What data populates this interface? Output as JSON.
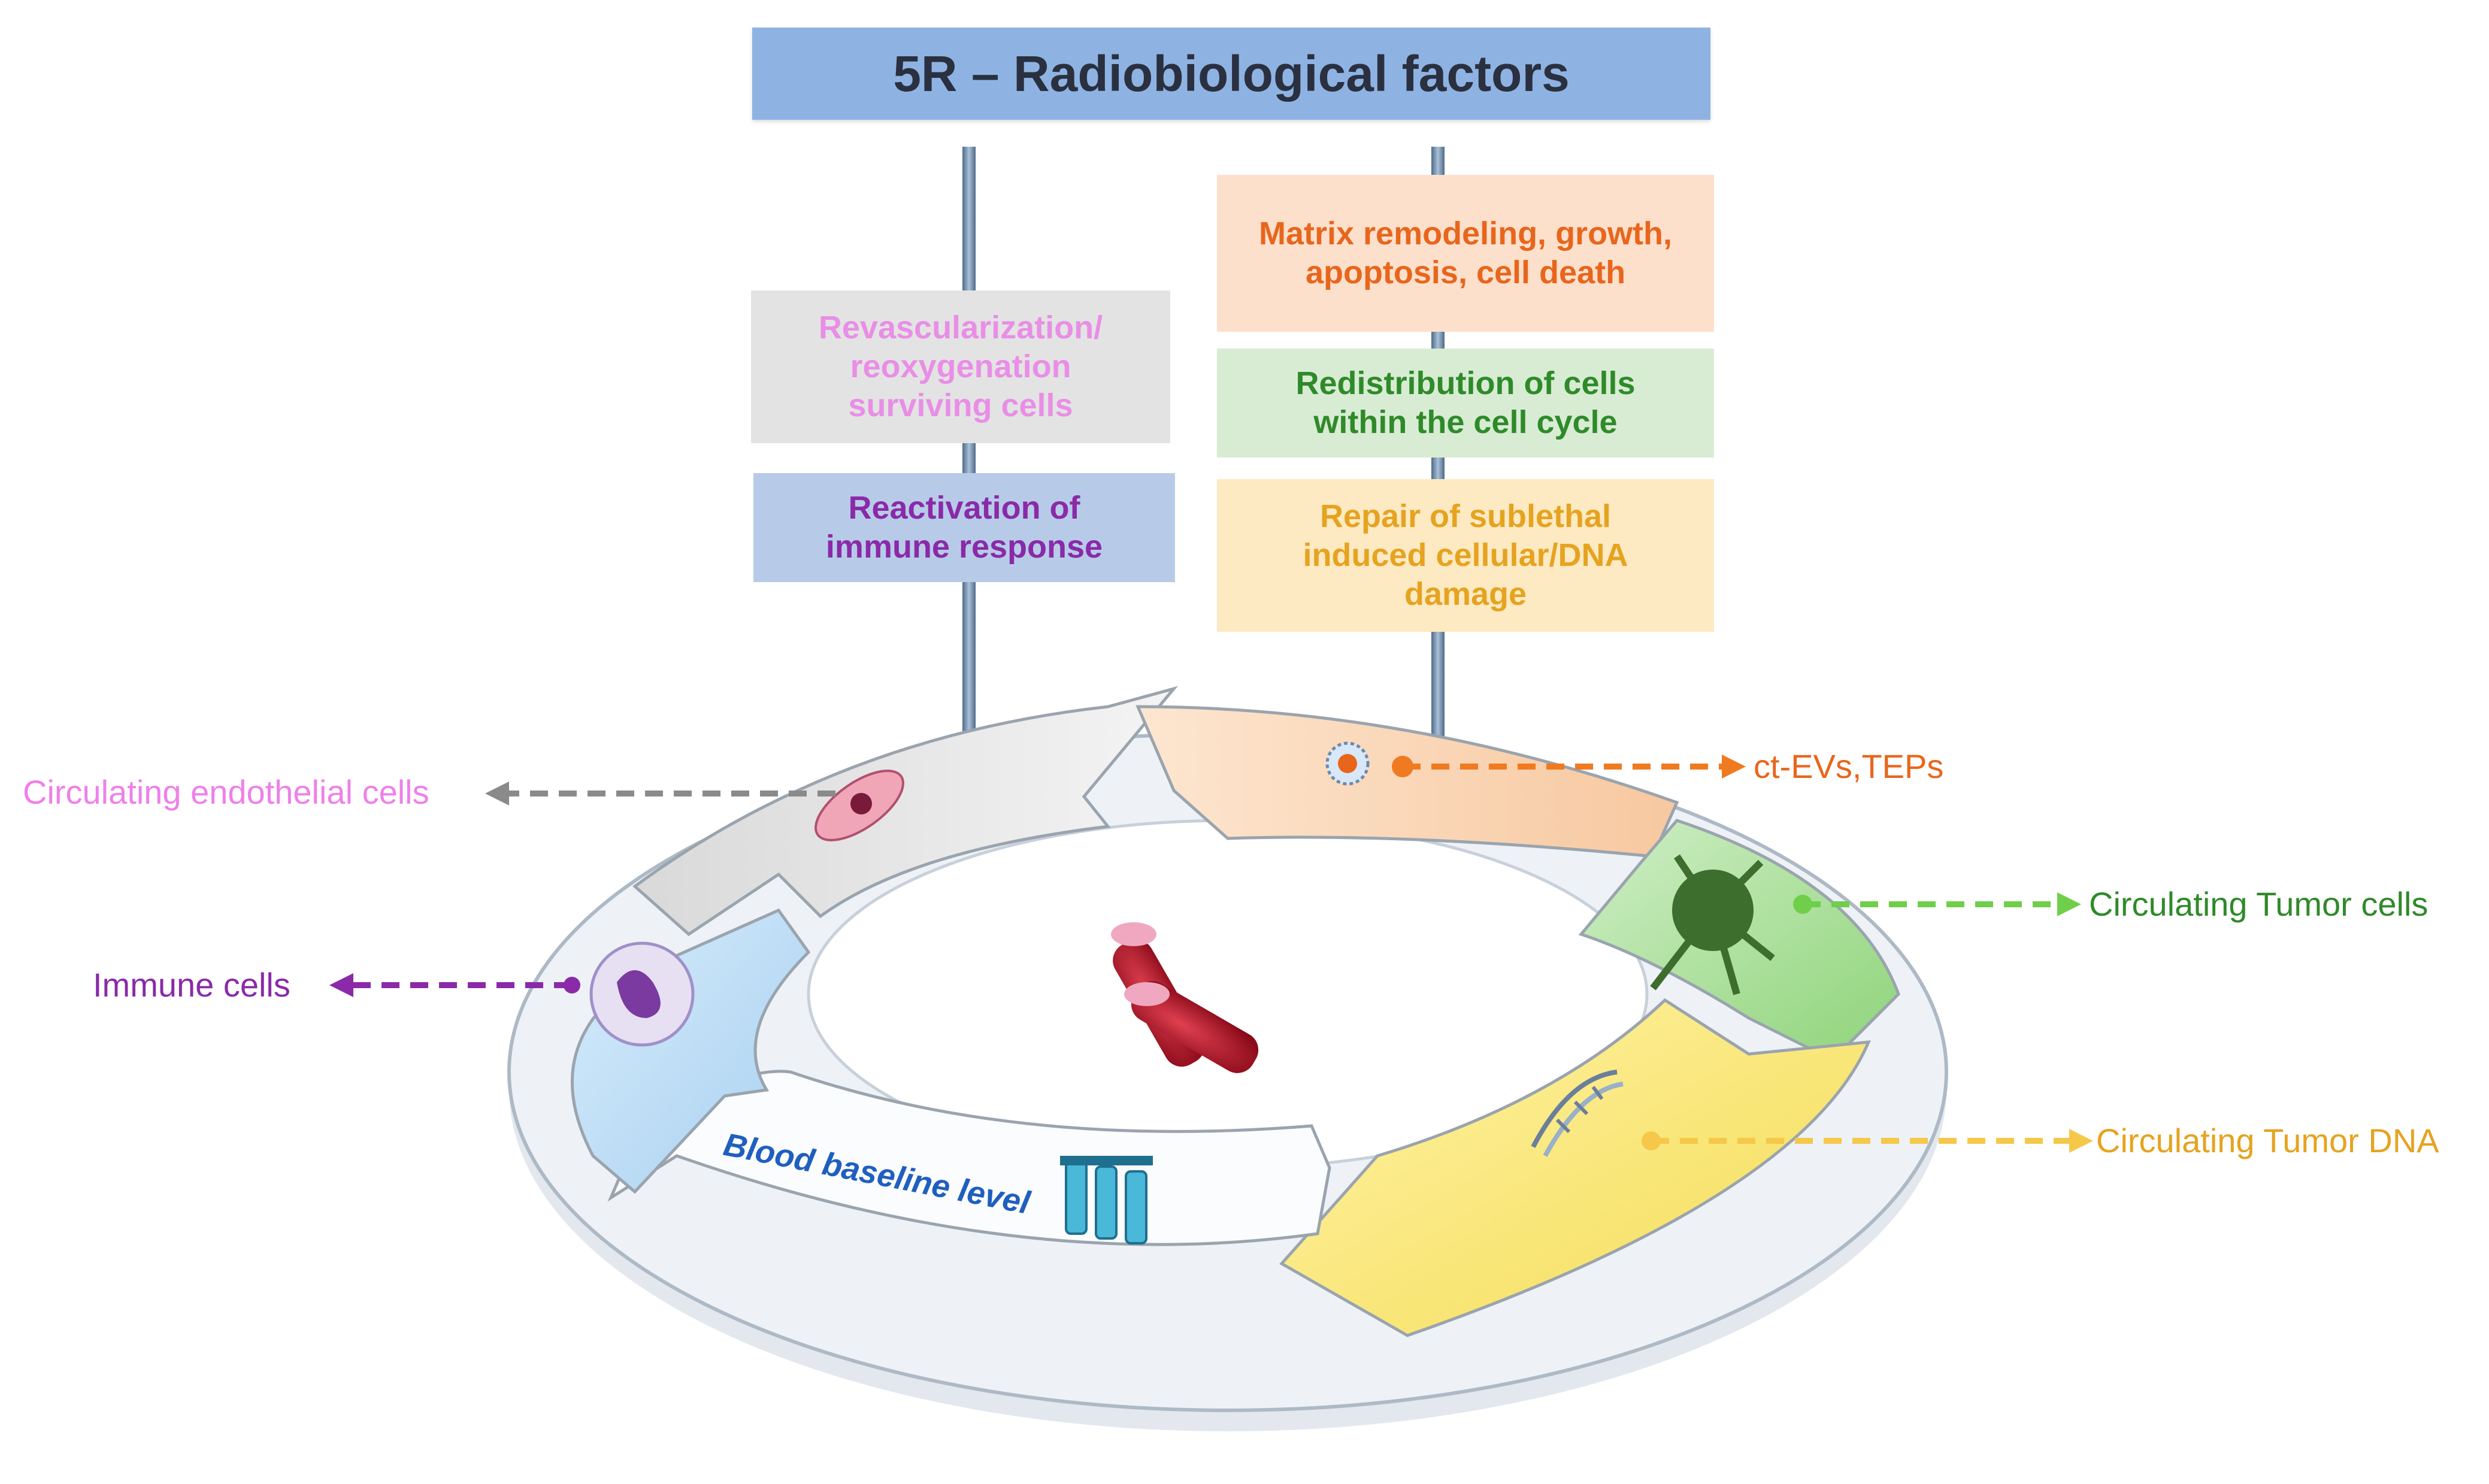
{
  "title": "5R – Radiobiological factors",
  "factors": [
    {
      "id": "revascularization",
      "text": "Revascularization/ reoxygenation surviving cells",
      "color": "#e98ee6",
      "bg": "#e3e3e3"
    },
    {
      "id": "reactivation",
      "text": "Reactivation of immune response",
      "color": "#8a2aa8",
      "bg": "#b7cbe8"
    },
    {
      "id": "matrix",
      "text": "Matrix remodeling, growth, apoptosis, cell death",
      "color": "#e8661c",
      "bg": "#fde0cc"
    },
    {
      "id": "redistribution",
      "text": "Redistribution of cells within the cell cycle",
      "color": "#2f8a2a",
      "bg": "#d8ecd3"
    },
    {
      "id": "repair",
      "text": "Repair of sublethal induced cellular/DNA damage",
      "color": "#e6a320",
      "bg": "#fdeac2"
    }
  ],
  "biomarkers": [
    {
      "id": "endothelial",
      "text": "Circulating endothelial cells",
      "color": "#ee80ea",
      "arrow": "#8a8a8a"
    },
    {
      "id": "immune",
      "text": "Immune cells",
      "color": "#8a2aa8",
      "arrow": "#8a2aa8"
    },
    {
      "id": "evs",
      "text": "ct-EVs,TEPs",
      "color": "#e8661c",
      "arrow": "#f07a20"
    },
    {
      "id": "ctc",
      "text": "Circulating Tumor cells",
      "color": "#2f8a2a",
      "arrow": "#6fcf4a"
    },
    {
      "id": "ctdna",
      "text": "Circulating Tumor DNA",
      "color": "#e6a320",
      "arrow": "#f5c84a"
    }
  ],
  "baseline": "Blood baseline level",
  "colors": {
    "title_bg": "#8eb3e3",
    "title_text": "#2a3040",
    "baseline_text": "#1f5fbf",
    "pole": "#6f8aa6"
  },
  "icons": [
    "endothelial-cell-icon",
    "immune-cell-icon",
    "extracellular-vesicle-icon",
    "tumor-cell-icon",
    "dna-helix-icon",
    "blood-tubes-icon",
    "test-tubes-icon"
  ]
}
